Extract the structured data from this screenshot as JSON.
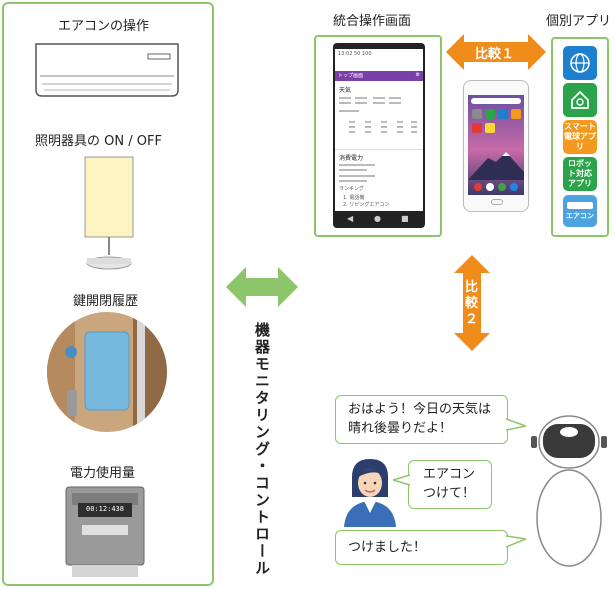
{
  "left_panel": {
    "aircon_label": "エアコンの操作",
    "light_label": "照明器具の ON / OFF",
    "lock_label": "鍵開閉履歴",
    "power_label": "電力使用量",
    "meter_display": "00:12:438"
  },
  "center_label": "機器モニタリング・コントロール",
  "integrated": {
    "title": "統合操作画面",
    "status_bar": "13:02 50 100",
    "header": "トップ画面",
    "weather_title": "天気",
    "power_title": "消費電力",
    "ranking_title": "ランキング",
    "rank1": "1. 電話機",
    "rank2": "2. リビングエアコン"
  },
  "apps": {
    "title": "個別アプリ",
    "items": [
      {
        "label": "",
        "color": "#1d7fd0",
        "icon": "globe-icon"
      },
      {
        "label": "",
        "color": "#2aa34a",
        "icon": "home-icon"
      },
      {
        "label": "スマート電球アプリ",
        "color": "#f39a1e",
        "icon": "bulb-app-icon"
      },
      {
        "label": "ロボット対応アプリ",
        "color": "#2aa34a",
        "icon": "robot-app-icon"
      },
      {
        "label": "エアコン",
        "color": "#4da3e0",
        "icon": "aircon-app-icon"
      }
    ]
  },
  "compare1": "比較１",
  "compare2": "比較２",
  "dialog": {
    "robot_line1": "おはよう！今日の天気は",
    "robot_line2": "晴れ後曇りだよ！",
    "user_line1": "エアコン",
    "user_line2": "つけて！",
    "reply": "つけました！"
  },
  "colors": {
    "frame_green": "#8cc56a",
    "arrow_orange": "#f08c1a",
    "header_purple": "#7b3fa8"
  }
}
